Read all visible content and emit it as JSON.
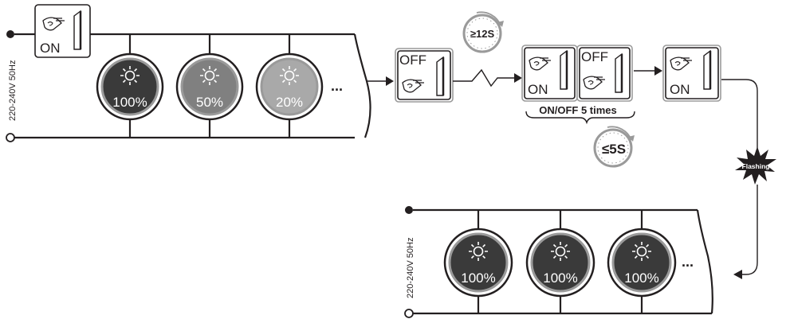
{
  "supply_voltage_label": "220-240V 50Hz",
  "switch_on_label": "ON",
  "switch_off_label": "OFF",
  "top_lamps": [
    {
      "level": "100%",
      "fill": "#3a3a3a"
    },
    {
      "level": "50%",
      "fill": "#808080"
    },
    {
      "level": "20%",
      "fill": "#a9a9a9"
    }
  ],
  "bottom_lamps": [
    {
      "level": "100%",
      "fill": "#3a3a3a"
    },
    {
      "level": "100%",
      "fill": "#3a3a3a"
    },
    {
      "level": "100%",
      "fill": "#3a3a3a"
    }
  ],
  "ellipsis": "...",
  "wait_timer_label": "≥12S",
  "repeat_label": "ON/OFF 5 times",
  "repeat_timer_label": "≤5S",
  "flashing_label": "Flashing",
  "colors": {
    "ink": "#231f20",
    "frame": "#9a9a9a"
  }
}
